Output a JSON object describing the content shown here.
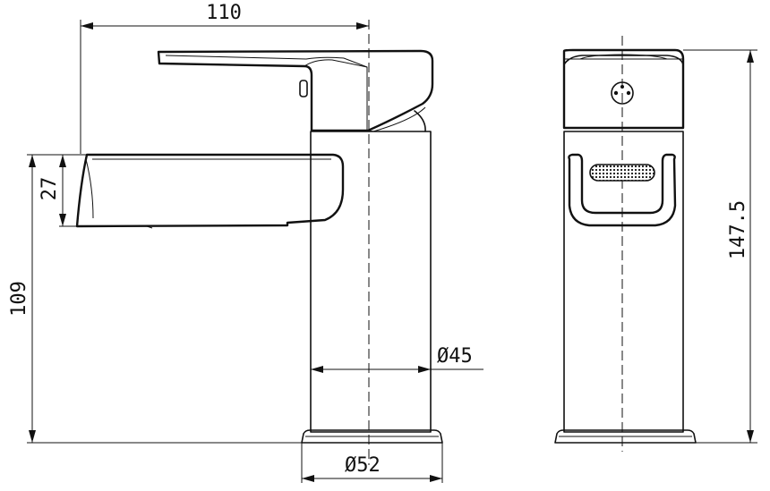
{
  "drawing": {
    "dimensions": {
      "overall_reach": "110",
      "spout_height": "27",
      "spout_clearance": "109",
      "body_diameter": "Ø45",
      "base_diameter": "Ø52",
      "total_height": "147.5"
    }
  }
}
